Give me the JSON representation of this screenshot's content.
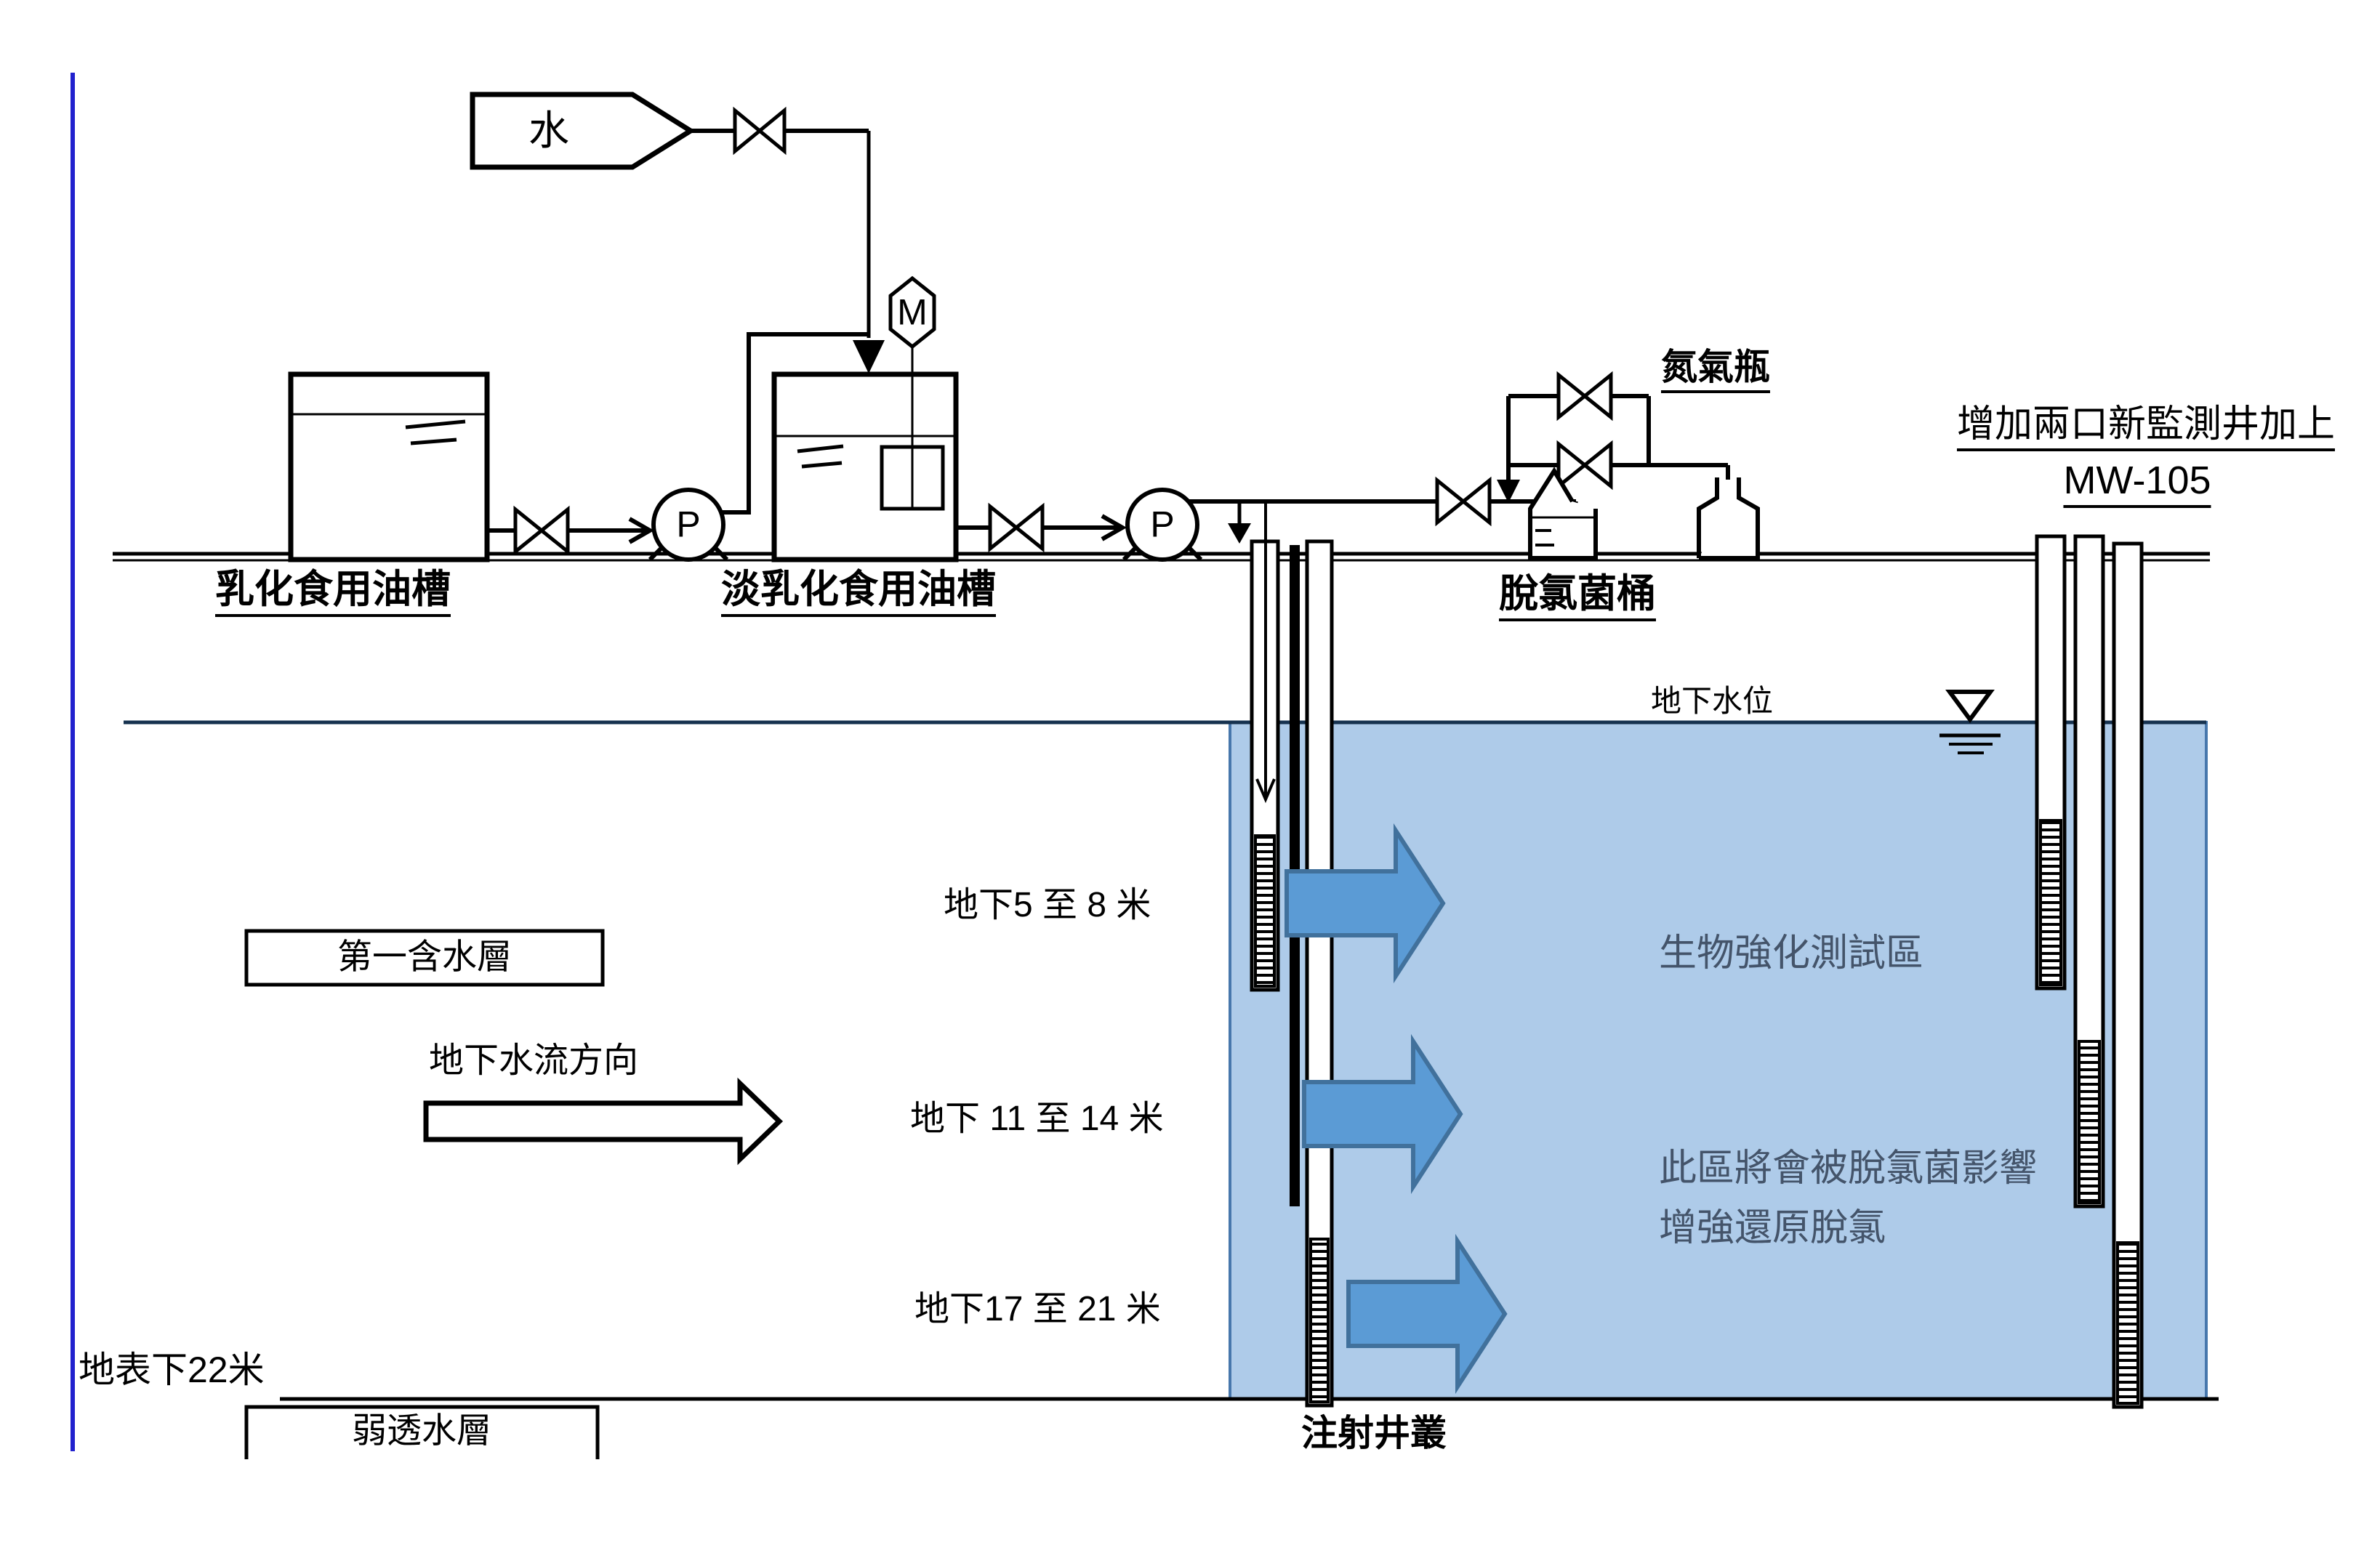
{
  "process": {
    "water_source": "水",
    "valve_icon_meaning": "bowtie-valve",
    "motor": "M",
    "pump": "P",
    "tank_left": "乳化食用油槽",
    "tank_right": "淡乳化食用油槽",
    "dechlor_barrel": "脫氯菌桶",
    "nitrogen_bottle": "氮氣瓶"
  },
  "monitoring": {
    "note_line1": "增加兩口新監測井加上",
    "note_line2": "MW-105"
  },
  "subsurface": {
    "water_table": "地下水位",
    "aquifer_box": "第一含水層",
    "flow_direction": "地下水流方向",
    "depth_bottom": "地表下22米",
    "aquitard_box": "弱透水層",
    "injection_cluster": "注射井叢",
    "depth_zones": [
      "地下5 至 8 米",
      "地下 11 至 14 米",
      "地下17 至 21 米"
    ]
  },
  "test_zone": {
    "title": "生物強化測試區",
    "note_line1": "此區將會被脫氯菌影響",
    "note_line2": "增強還原脫氯"
  },
  "colors": {
    "zone_fill": "#AECBE9",
    "zone_border": "#4777AC",
    "flow_arrow_fill": "#5B9BD5",
    "flow_arrow_stroke": "#41719C",
    "zone_text": "#44546A",
    "guide_line_blue": "#2121CE",
    "water_line": "#16324F",
    "line_black": "#000000"
  }
}
